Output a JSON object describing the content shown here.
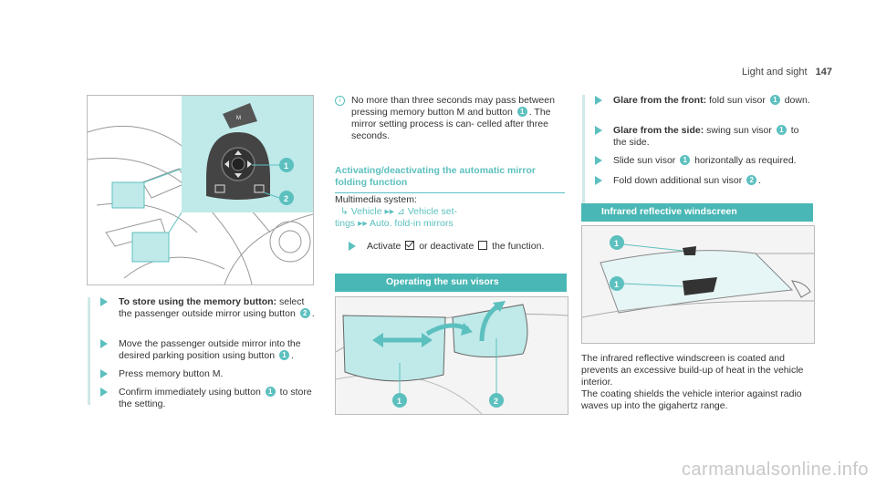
{
  "header": {
    "section": "Light and sight",
    "page": "147"
  },
  "left_steps": [
    {
      "bold": "To store using the memory button:",
      "text": " select the passenger outside mirror using button ",
      "callout": "2",
      "tail": "."
    },
    {
      "text": "Move the passenger outside mirror into the desired parking position using button ",
      "callout": "1",
      "tail": "."
    },
    {
      "text": "Press memory button M."
    },
    {
      "text": "Confirm immediately using button ",
      "callout": "1",
      "tail": " to store the setting."
    }
  ],
  "note": {
    "pre": "No more than three seconds may pass between pressing memory button M and button ",
    "callout": "1",
    "post": ". The mirror setting process is can- celled after three seconds."
  },
  "section_title": "Activating/deactivating the automatic mirror folding function",
  "multimedia": {
    "label": "Multimedia system:",
    "path1": "Vehicle",
    "path2": "Vehicle set-",
    "path3": "tings",
    "path4": "Auto. fold-in mirrors"
  },
  "activate_step": {
    "pre": "Activate ",
    "mid": " or deactivate ",
    "post": " the function."
  },
  "banner_sun_visors": "Operating the sun visors",
  "right_steps": [
    {
      "bold": "Glare from the front:",
      "text": " fold sun visor ",
      "callout": "1",
      "tail": " down."
    },
    {
      "bold": "Glare from the side:",
      "text": " swing sun visor ",
      "callout": "1",
      "tail": " to the side."
    },
    {
      "text": "Slide sun visor ",
      "callout": "1",
      "tail": " horizontally as required."
    },
    {
      "text": "Fold down additional sun visor ",
      "callout": "2",
      "tail": "."
    }
  ],
  "banner_infrared": "Infrared reflective windscreen",
  "infrared_text1": "The infrared reflective windscreen is coated and prevents an excessive build-up of heat in the vehicle interior.",
  "infrared_text2": "The coating shields the vehicle interior against radio waves up into the gigahertz range.",
  "figure_labels": {
    "m_button": "M",
    "c1": "1",
    "c2": "2"
  },
  "watermark": "carmanualsonline.info",
  "colors": {
    "accent": "#5cc0bf",
    "banner": "#49b7b5"
  }
}
